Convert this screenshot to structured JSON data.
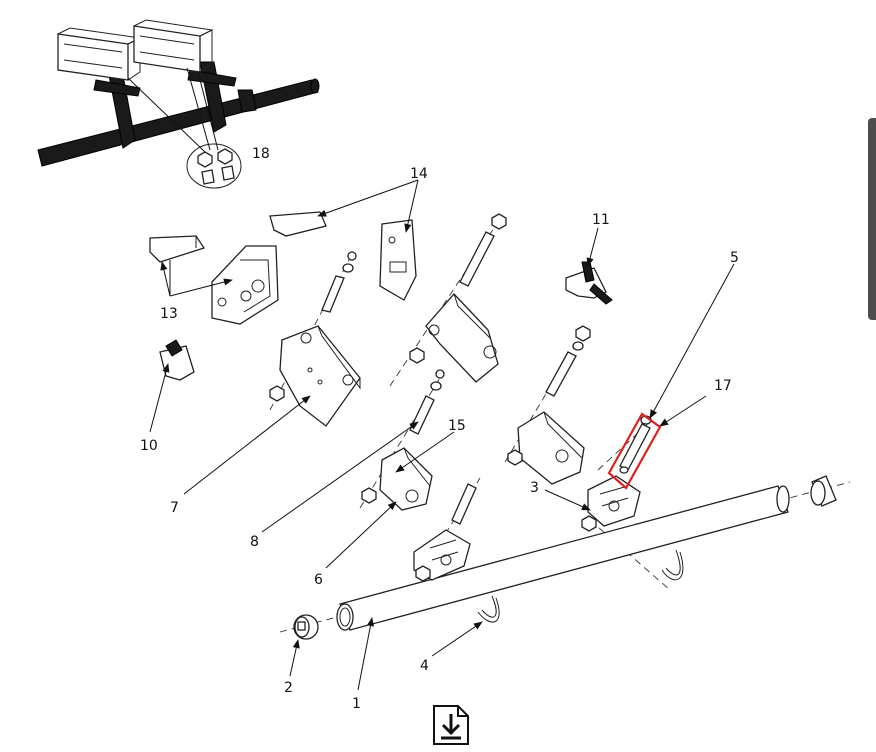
{
  "diagram": {
    "callouts": [
      {
        "id": "1",
        "text": "1"
      },
      {
        "id": "2",
        "text": "2"
      },
      {
        "id": "3",
        "text": "3"
      },
      {
        "id": "4",
        "text": "4"
      },
      {
        "id": "5",
        "text": "5"
      },
      {
        "id": "6",
        "text": "6"
      },
      {
        "id": "7",
        "text": "7"
      },
      {
        "id": "8",
        "text": "8"
      },
      {
        "id": "10",
        "text": "10"
      },
      {
        "id": "11",
        "text": "11"
      },
      {
        "id": "13",
        "text": "13"
      },
      {
        "id": "14",
        "text": "14"
      },
      {
        "id": "15",
        "text": "15"
      },
      {
        "id": "17",
        "text": "17"
      },
      {
        "id": "18",
        "text": "18"
      }
    ],
    "highlight": {
      "part": "5",
      "color": "#e02020"
    }
  },
  "toolbar": {
    "download_icon": "download-icon"
  },
  "colors": {
    "line": "#222222",
    "highlight": "#e02020",
    "side_tab": "#4d4d4d"
  }
}
